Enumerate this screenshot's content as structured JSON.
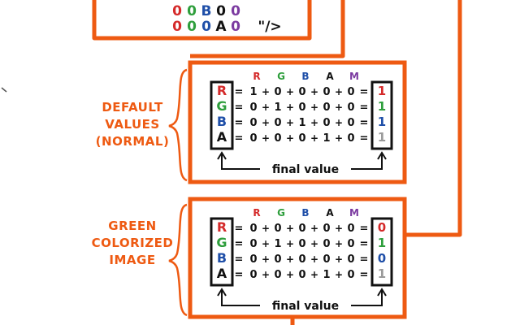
{
  "colors": {
    "accent": "#ee5a12",
    "red": "#d42a2a",
    "green": "#2e9e3c",
    "blue": "#1f4fa8",
    "purple": "#7b3aa0",
    "black": "#111111",
    "gray": "#9a9a9a"
  },
  "top_code": {
    "row1": [
      "0",
      "0",
      "B",
      "0",
      "0"
    ],
    "row2": [
      "0",
      "0",
      "0",
      "A",
      "0",
      "\"/>"
    ]
  },
  "column_headers": [
    "R",
    "G",
    "B",
    "A",
    "M"
  ],
  "row_labels": [
    "R",
    "G",
    "B",
    "A"
  ],
  "final_value_label": "final value",
  "panels": [
    {
      "label_lines": [
        "DEFAULT",
        "VALUES",
        "(NORMAL)"
      ],
      "matrix": [
        [
          "1",
          "0",
          "0",
          "0",
          "0"
        ],
        [
          "0",
          "1",
          "0",
          "0",
          "0"
        ],
        [
          "0",
          "0",
          "1",
          "0",
          "0"
        ],
        [
          "0",
          "0",
          "0",
          "1",
          "0"
        ]
      ],
      "result": [
        "1",
        "1",
        "1",
        "1"
      ]
    },
    {
      "label_lines": [
        "GREEN",
        "COLORIZED",
        "IMAGE"
      ],
      "matrix": [
        [
          "0",
          "0",
          "0",
          "0",
          "0"
        ],
        [
          "0",
          "1",
          "0",
          "0",
          "0"
        ],
        [
          "0",
          "0",
          "0",
          "0",
          "0"
        ],
        [
          "0",
          "0",
          "0",
          "1",
          "0"
        ]
      ],
      "result": [
        "0",
        "1",
        "0",
        "1"
      ]
    }
  ]
}
